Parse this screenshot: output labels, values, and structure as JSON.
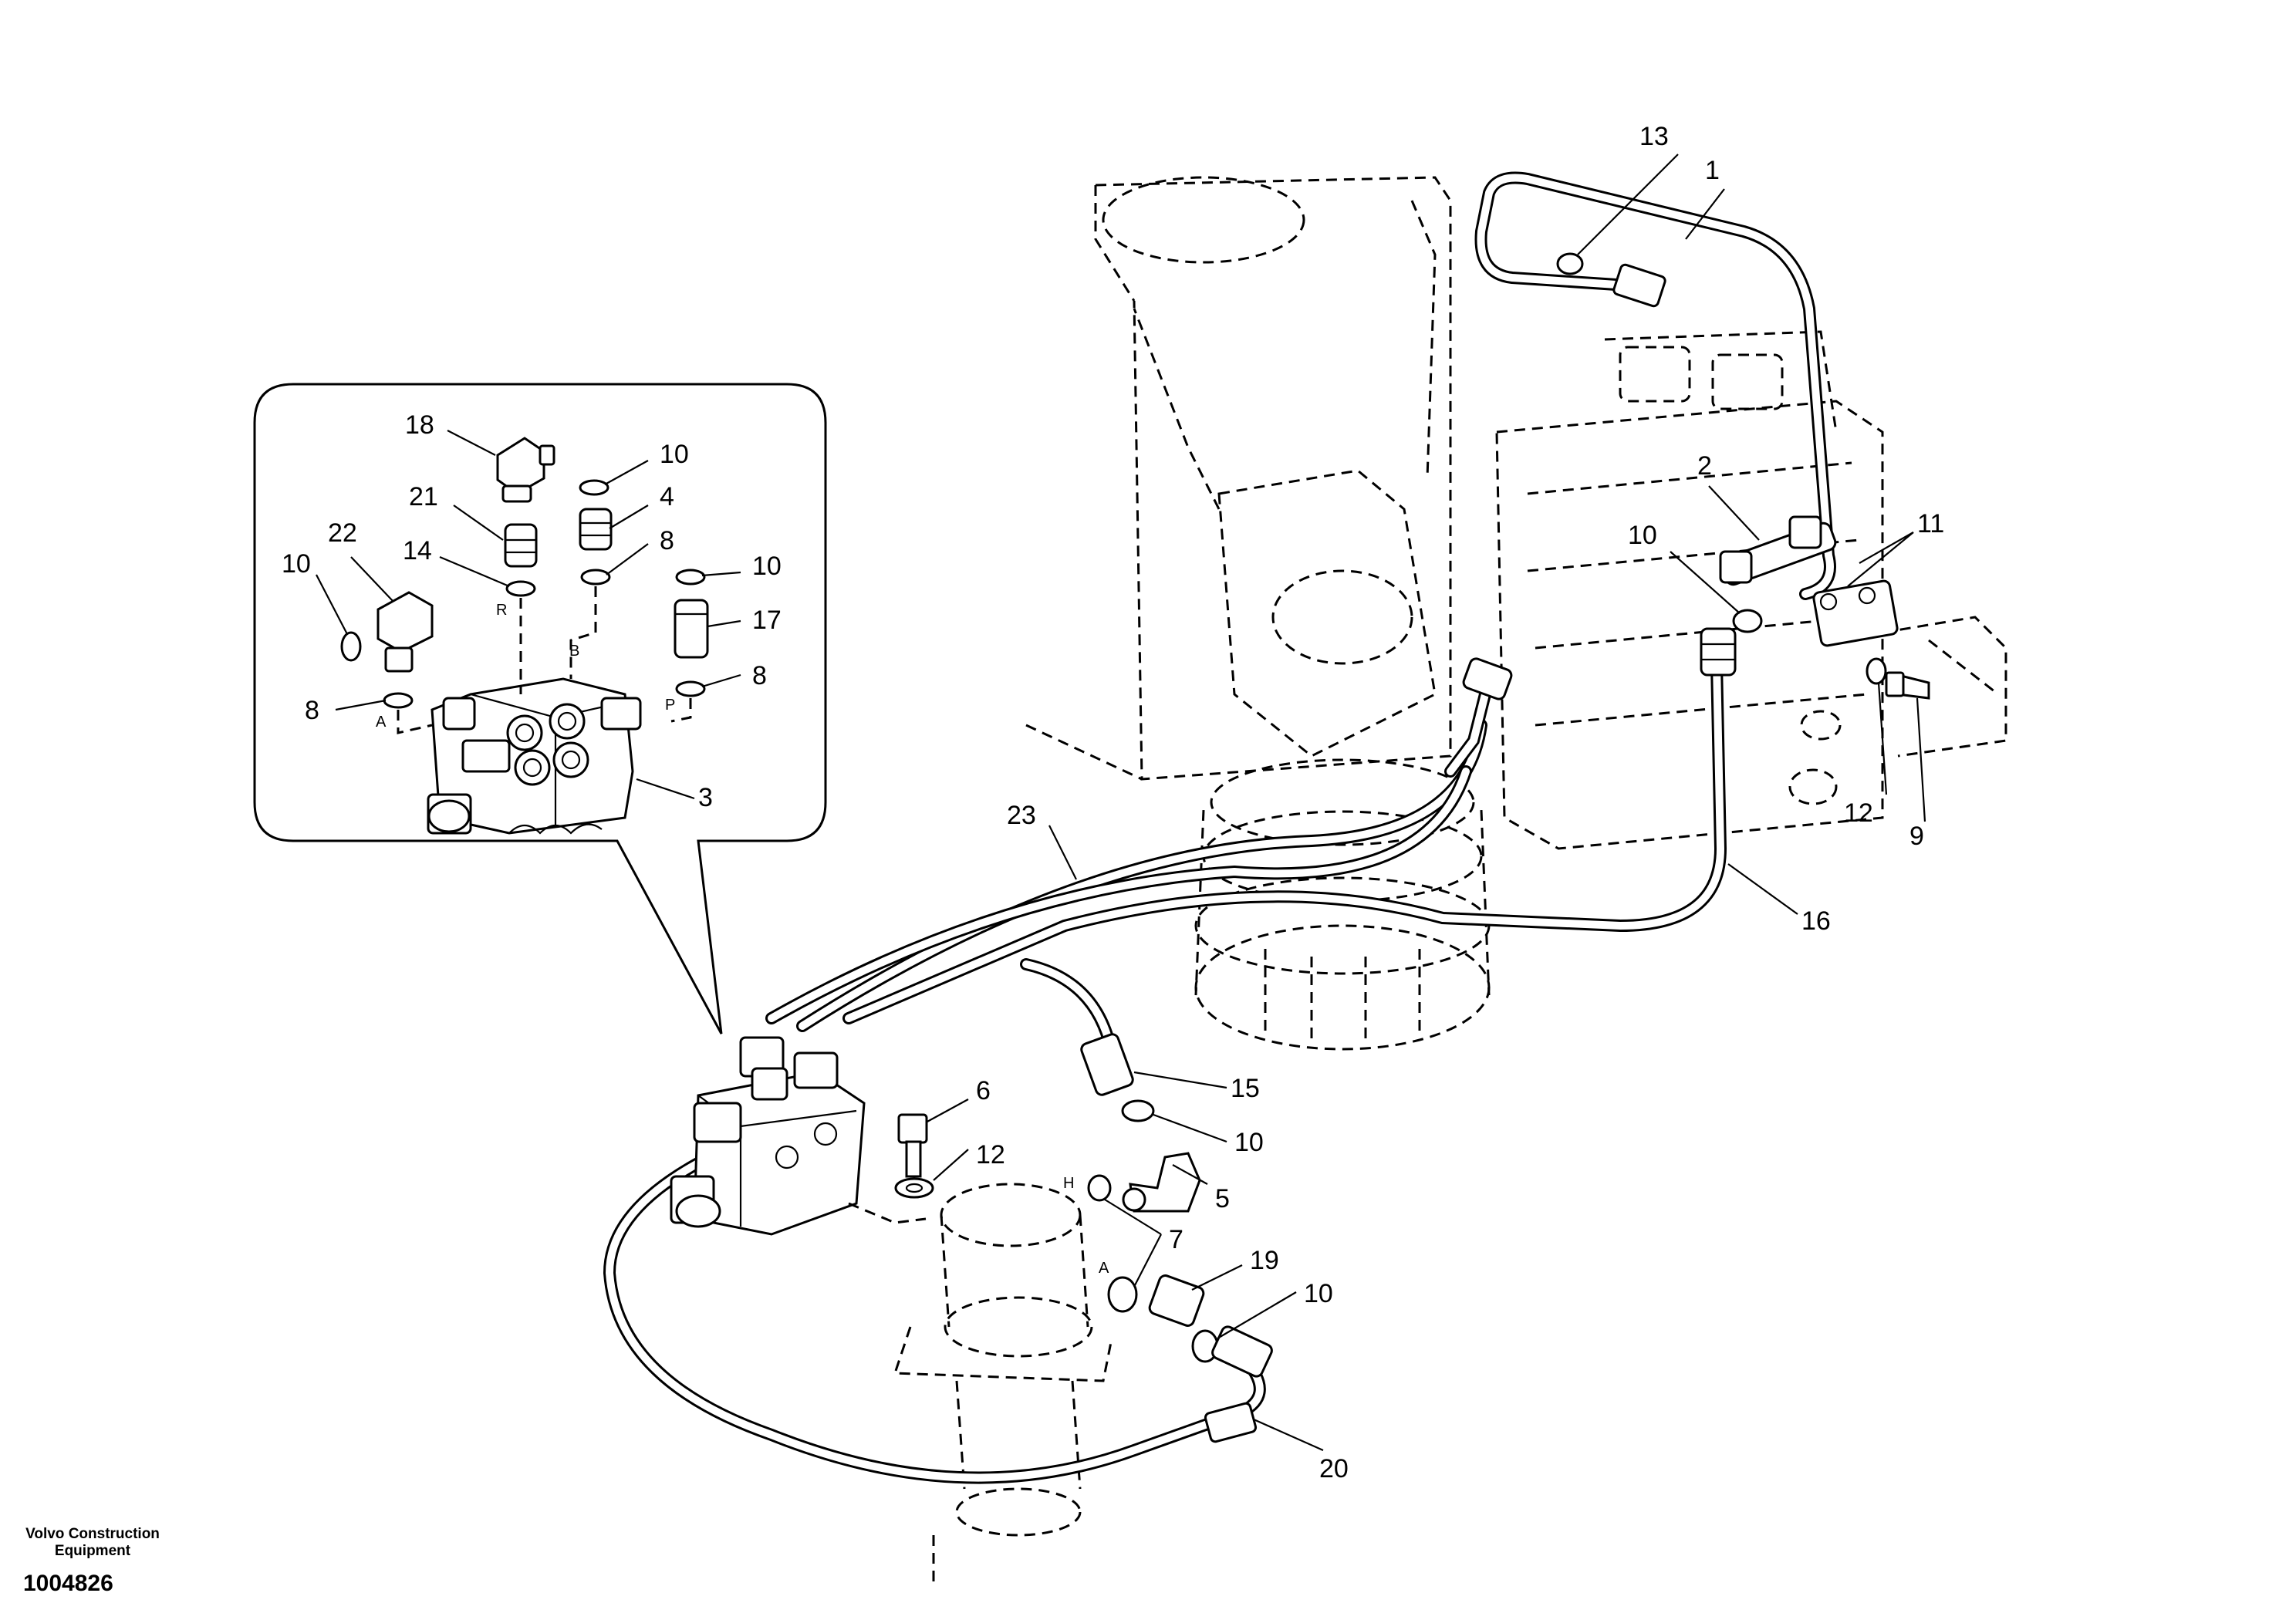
{
  "footer": {
    "brand_line1": "Volvo Construction",
    "brand_line2": "Equipment",
    "drawing_number": "1004826"
  },
  "callouts": {
    "c1": "1",
    "c2": "2",
    "c3": "3",
    "c4": "4",
    "c5": "5",
    "c6": "6",
    "c7": "7",
    "c8a": "8",
    "c8b": "8",
    "c8c": "8",
    "c9": "9",
    "c10a": "10",
    "c10b": "10",
    "c10c": "10",
    "c10d": "10",
    "c10e": "10",
    "c10f": "10",
    "c11": "11",
    "c12a": "12",
    "c12b": "12",
    "c13": "13",
    "c14": "14",
    "c15": "15",
    "c16": "16",
    "c17": "17",
    "c18": "18",
    "c19": "19",
    "c20": "20",
    "c21": "21",
    "c22": "22",
    "c23": "23"
  },
  "ports": {
    "r": "R",
    "b": "B",
    "a1": "A",
    "p": "P",
    "h": "H",
    "a2": "A"
  }
}
